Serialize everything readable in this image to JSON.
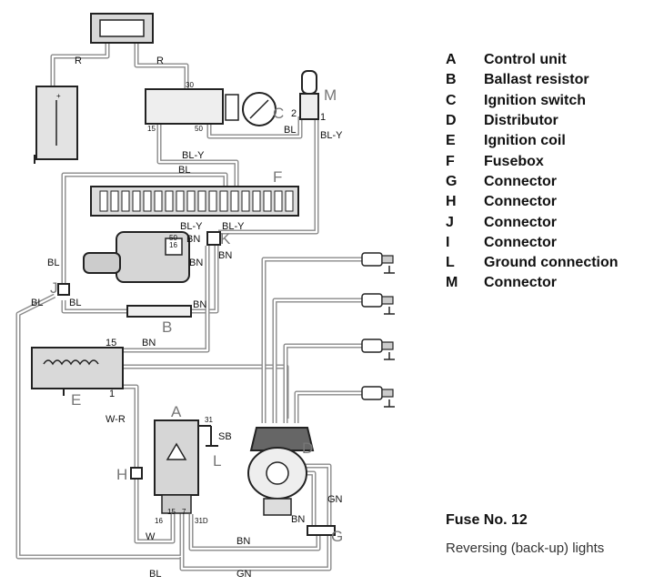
{
  "legend": [
    {
      "key": "A",
      "label": "Control unit"
    },
    {
      "key": "B",
      "label": "Ballast resistor"
    },
    {
      "key": "C",
      "label": "Ignition switch"
    },
    {
      "key": "D",
      "label": "Distributor"
    },
    {
      "key": "E",
      "label": "Ignition coil"
    },
    {
      "key": "F",
      "label": "Fusebox"
    },
    {
      "key": "G",
      "label": "Connector"
    },
    {
      "key": "H",
      "label": "Connector"
    },
    {
      "key": "J",
      "label": "Connector"
    },
    {
      "key": "I",
      "label": "Connector"
    },
    {
      "key": "L",
      "label": "Ground connection"
    },
    {
      "key": "M",
      "label": "Connector"
    }
  ],
  "fuse": {
    "title": "Fuse No. 12",
    "description": "Reversing (back-up) lights"
  },
  "components": {
    "A": "A",
    "B": "B",
    "C": "C",
    "D": "D",
    "E": "E",
    "F": "F",
    "G": "G",
    "H": "H",
    "J": "J",
    "K": "K",
    "L": "L",
    "M": "M"
  },
  "wire_labels": {
    "r1": "R",
    "r2": "R",
    "bl_switch": "BL",
    "bly_m": "BL-Y",
    "bly_main": "BL-Y",
    "bl_fuse": "BL",
    "bly_k1": "BL-Y",
    "bly_k2": "BL-Y",
    "bn_k1": "BN",
    "bn_k2": "BN",
    "bn_k3": "BN",
    "bl_left": "BL",
    "bl_j_left": "BL",
    "bl_j_right": "BL",
    "bn_b": "BN",
    "bn_coil": "BN",
    "wr": "W-R",
    "sb": "SB",
    "w": "W",
    "bn_bottom": "BN",
    "bn_dist": "BN",
    "gn_dist": "GN",
    "bl_bottom": "BL",
    "gn_bottom": "GN"
  },
  "terminals": {
    "t30": "30",
    "t15_sw": "15",
    "t50_sw": "50",
    "t2": "2",
    "t1_m": "1",
    "t50_k": "50",
    "t16_k": "16",
    "t15_coil": "15",
    "t1_coil": "1",
    "t31": "31",
    "t16_a": "16",
    "t15_a": "15",
    "t7_a": "7",
    "t31d_a": "31D"
  }
}
